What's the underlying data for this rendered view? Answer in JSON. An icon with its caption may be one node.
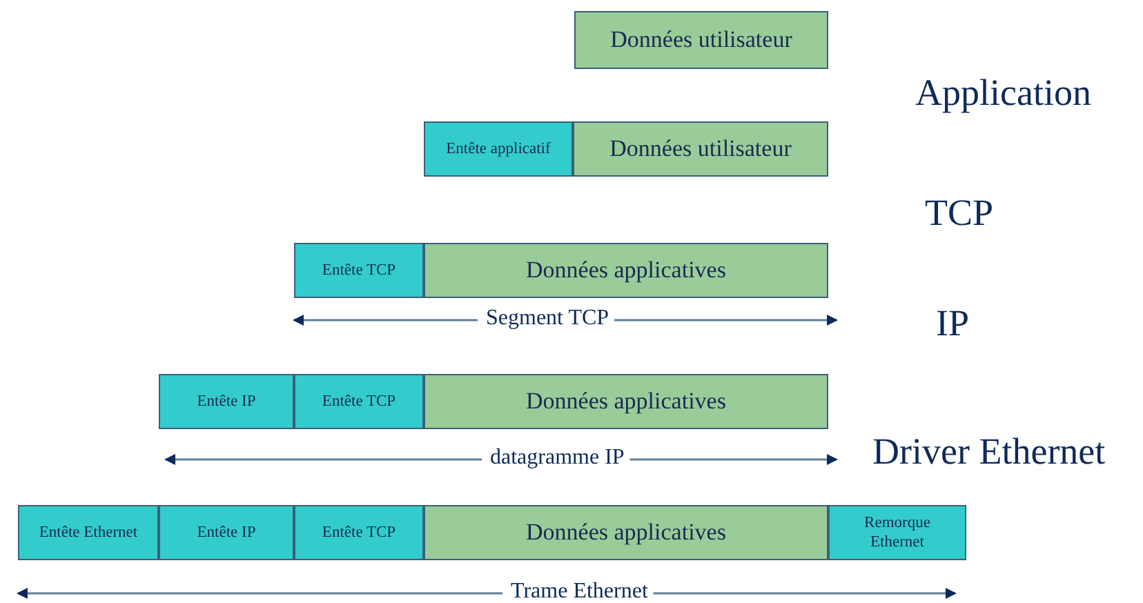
{
  "diagram": {
    "nodes": [
      {
        "text": [
          "Données utilisateur"
        ]
      },
      {
        "text": [
          "Entête applicatif"
        ]
      },
      {
        "text": [
          "Données utilisateur"
        ]
      },
      {
        "text": [
          "Entête TCP"
        ]
      },
      {
        "text": [
          "Données applicatives"
        ]
      },
      {
        "text": [
          "Entête IP"
        ]
      },
      {
        "text": [
          "Entête TCP"
        ]
      },
      {
        "text": [
          "Données applicatives"
        ]
      },
      {
        "text": [
          "Entête Ethernet"
        ]
      },
      {
        "text": [
          "Entête IP"
        ]
      },
      {
        "text": [
          "Entête TCP"
        ]
      },
      {
        "text": [
          "Données applicatives"
        ]
      },
      {
        "text": [
          "Remorque Ethernet"
        ]
      }
    ],
    "edges": [],
    "labels": [
      "Application",
      "TCP",
      "Segment TCP",
      "IP",
      "datagramme IP",
      "Driver Ethernet",
      "Trame Ethernet"
    ]
  }
}
